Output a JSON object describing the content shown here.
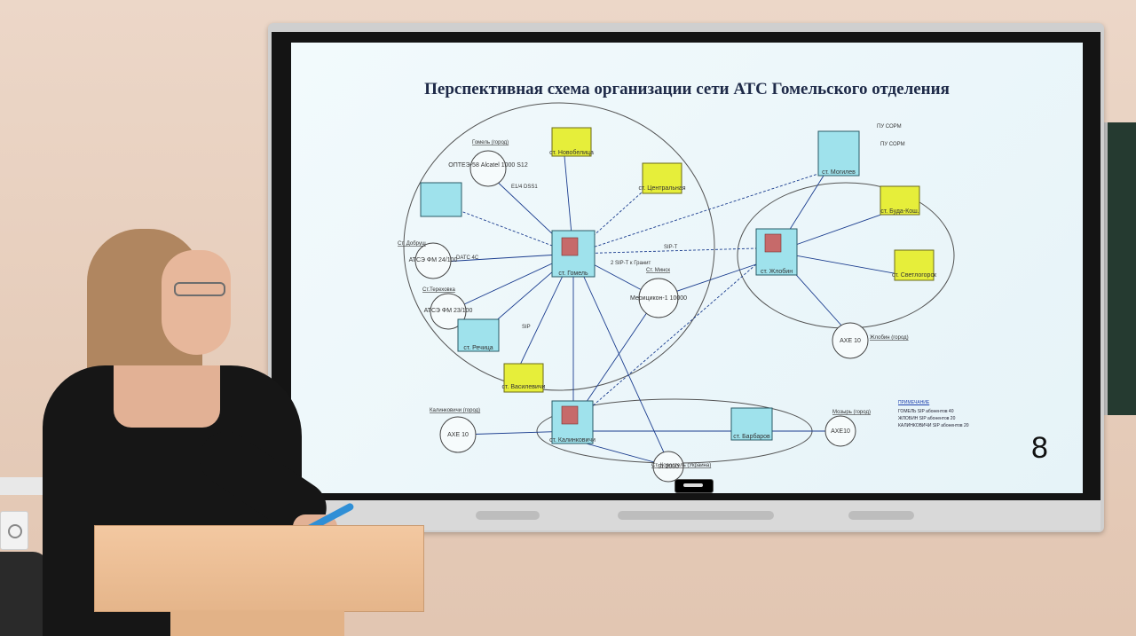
{
  "slide": {
    "title": "Перспективная схема организации сети АТС Гомельского отделения",
    "page_number": "8"
  },
  "diagram": {
    "nodes": [
      {
        "id": "gomel",
        "label": "ст. Гомель"
      },
      {
        "id": "zhlobin",
        "label": "ст. Жлобин"
      },
      {
        "id": "kalinkovichi",
        "label": "ст. Калинковичи"
      },
      {
        "id": "mozyr",
        "label": "Мерицикон-1 10000"
      },
      {
        "id": "optexp",
        "label": "ОПТЕЭ-58 Alcatel 1000 S12"
      },
      {
        "id": "ats_fm",
        "label": "АТСЭ ФМ 24/100"
      },
      {
        "id": "ats_fm2",
        "label": "АТСЭ ФМ 23/100"
      },
      {
        "id": "axe_zhl",
        "label": "AXE 10"
      },
      {
        "id": "axe_kal",
        "label": "AXE 10"
      },
      {
        "id": "axe_moz",
        "label": "AXE10"
      },
      {
        "id": "si2000",
        "label": "SI 2000"
      },
      {
        "id": "mogilev",
        "label": "ст. Могилев"
      },
      {
        "id": "rechitsa",
        "label": "ст. Речица"
      },
      {
        "id": "novobelitsa",
        "label": "ст. Новобелица"
      },
      {
        "id": "centralnaya",
        "label": "ст. Центральная"
      },
      {
        "id": "vasilevichi",
        "label": "ст. Василевичи"
      },
      {
        "id": "buda",
        "label": "ст. Буда-Кош."
      },
      {
        "id": "svetlogorsk",
        "label": "ст. Светлогорск"
      },
      {
        "id": "barbarov",
        "label": "ст. Барбаров"
      }
    ],
    "labels": {
      "gomel_region": "Гомель (город)",
      "dobrush": "Ст. Добруш",
      "terekhovka": "Ст.Тереховка",
      "zhlobin_city": "Жлобин (город)",
      "kalinkovichi_city": "Калинковичи (город)",
      "mozyr_city": "Мозырь (город)",
      "minsk": "Ст. Минск",
      "pu_sorm": "ПУ СОРМ",
      "pu_sorm2": "ПУ СОРМ",
      "korostel": "Ст. Коростель (Украина)"
    },
    "links": [
      "SIP-T",
      "E1/4 DSS1",
      "DATC 4C",
      "SIP",
      "2 SIP-T к Гранит"
    ]
  },
  "notes": {
    "heading": "ПРИМЕЧАНИЕ",
    "lines": [
      "ГОМЕЛЬ SIP абонентов 40",
      "ЖЛОБИН SIP абонентов 20",
      "КАЛИНКОВИЧИ SIP абонентов 20"
    ]
  },
  "colors": {
    "slide_bg": "#eaf5f9",
    "title": "#1e2a48",
    "node_cyan": "#9fe2ec",
    "node_yellow": "#e6ee3a",
    "link_blue": "#1a3c8e"
  }
}
